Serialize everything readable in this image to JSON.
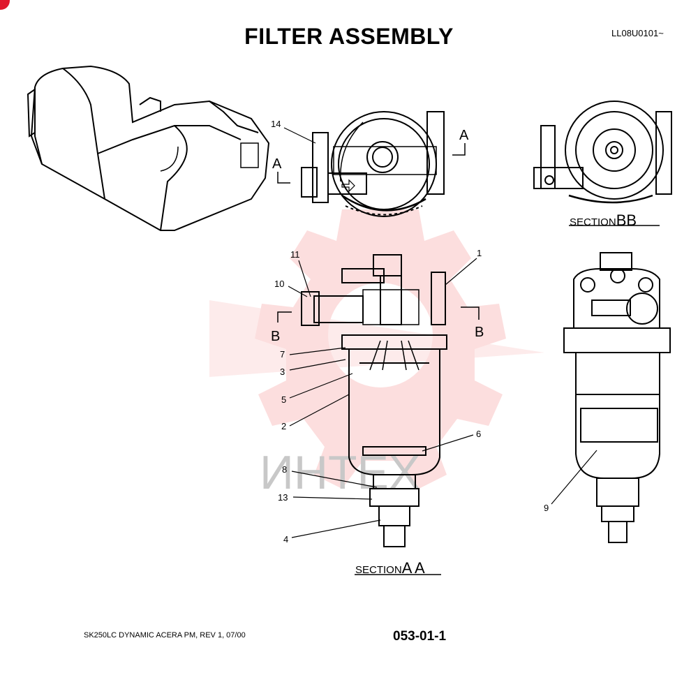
{
  "page": {
    "title": "FILTER ASSEMBLY",
    "code": "LL08U0101~",
    "footer_left": "SK250LC DYNAMIC ACERA PM, REV 1, 07/00",
    "footer_right": "053-01-1"
  },
  "sections": {
    "section_word": "SECTION",
    "bb_letters": "BB",
    "aa_letters": "A A",
    "marker_a": "A",
    "marker_b": "B"
  },
  "watermark": {
    "text": "ИНТЕХ",
    "color": "#f26b6b"
  },
  "callouts": {
    "c1": "1",
    "c2": "2",
    "c3": "3",
    "c4": "4",
    "c5": "5",
    "c6": "6",
    "c7": "7",
    "c8": "8",
    "c9": "9",
    "c10": "10",
    "c11": "11",
    "c13": "13",
    "c14": "14"
  }
}
